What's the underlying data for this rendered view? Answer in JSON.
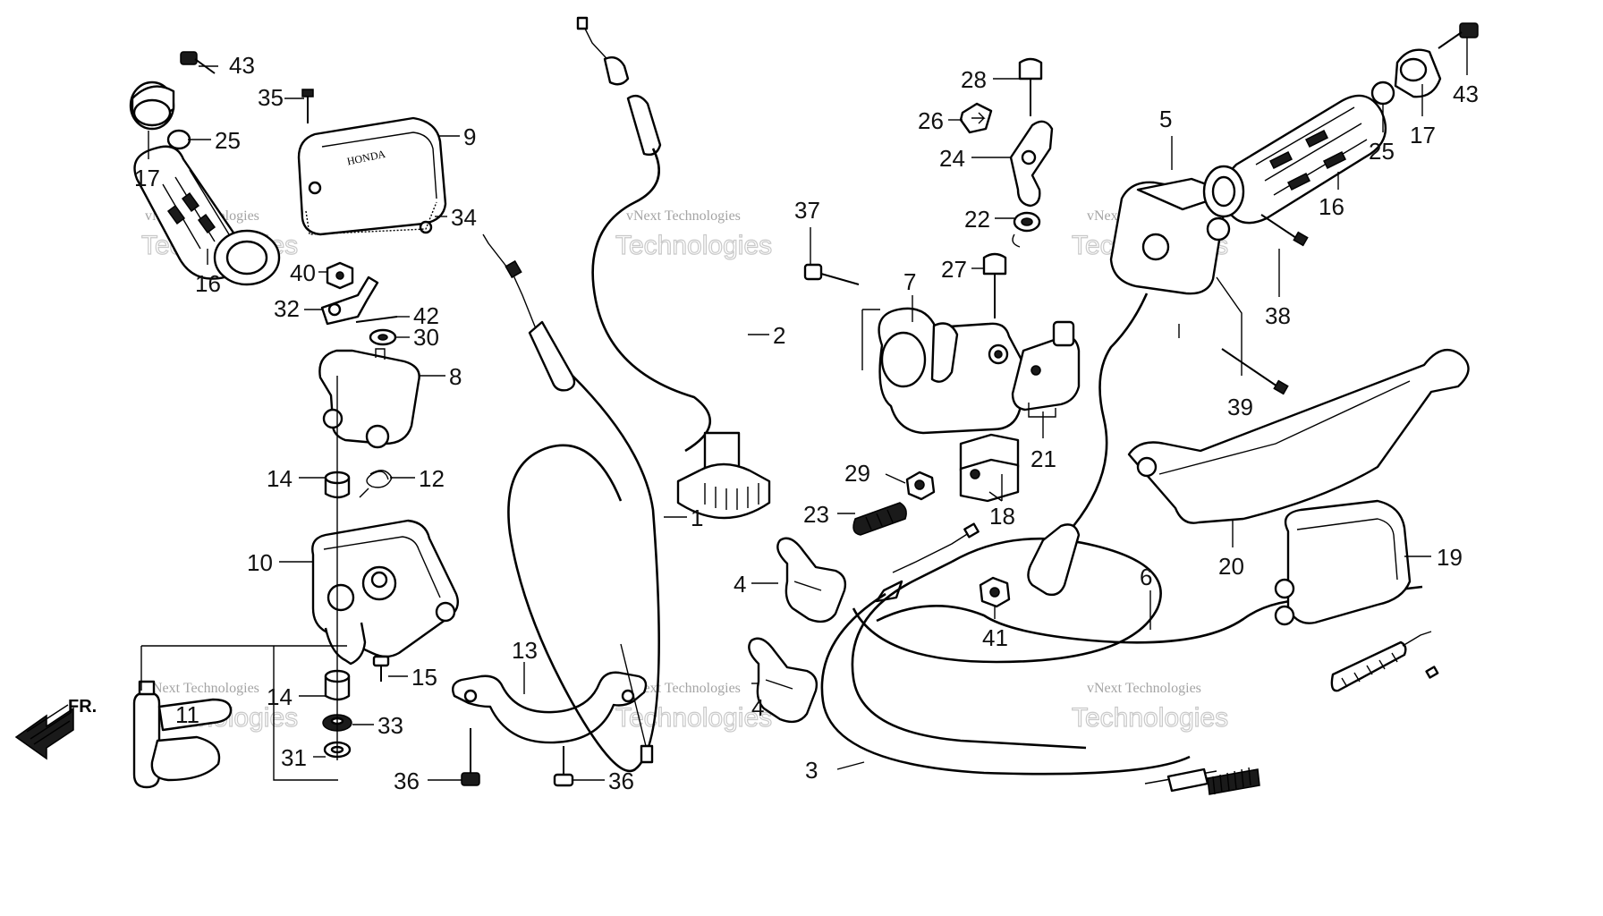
{
  "watermark": {
    "line1": "vNext Technologies",
    "line2": "Technologies"
  },
  "direction_label": "FR.",
  "callouts": [
    {
      "id": "c43a",
      "label": "43"
    },
    {
      "id": "c35",
      "label": "35"
    },
    {
      "id": "c9",
      "label": "9"
    },
    {
      "id": "c25a",
      "label": "25"
    },
    {
      "id": "c17a",
      "label": "17"
    },
    {
      "id": "c34",
      "label": "34"
    },
    {
      "id": "c16a",
      "label": "16"
    },
    {
      "id": "c40",
      "label": "40"
    },
    {
      "id": "c32",
      "label": "32"
    },
    {
      "id": "c42",
      "label": "42"
    },
    {
      "id": "c30",
      "label": "30"
    },
    {
      "id": "c8",
      "label": "8"
    },
    {
      "id": "c14a",
      "label": "14"
    },
    {
      "id": "c12",
      "label": "12"
    },
    {
      "id": "c10",
      "label": "10"
    },
    {
      "id": "c15",
      "label": "15"
    },
    {
      "id": "c14b",
      "label": "14"
    },
    {
      "id": "c11",
      "label": "11"
    },
    {
      "id": "c33",
      "label": "33"
    },
    {
      "id": "c31",
      "label": "31"
    },
    {
      "id": "c36a",
      "label": "36"
    },
    {
      "id": "c36b",
      "label": "36"
    },
    {
      "id": "c13",
      "label": "13"
    },
    {
      "id": "c1",
      "label": "1"
    },
    {
      "id": "c2",
      "label": "2"
    },
    {
      "id": "c4a",
      "label": "4"
    },
    {
      "id": "c4b",
      "label": "4"
    },
    {
      "id": "c3",
      "label": "3"
    },
    {
      "id": "c28",
      "label": "28"
    },
    {
      "id": "c26",
      "label": "26"
    },
    {
      "id": "c24",
      "label": "24"
    },
    {
      "id": "c22",
      "label": "22"
    },
    {
      "id": "c27",
      "label": "27"
    },
    {
      "id": "c37",
      "label": "37"
    },
    {
      "id": "c7",
      "label": "7"
    },
    {
      "id": "c21",
      "label": "21"
    },
    {
      "id": "c29",
      "label": "29"
    },
    {
      "id": "c23",
      "label": "23"
    },
    {
      "id": "c18",
      "label": "18"
    },
    {
      "id": "c41",
      "label": "41"
    },
    {
      "id": "c6",
      "label": "6"
    },
    {
      "id": "c5",
      "label": "5"
    },
    {
      "id": "c16b",
      "label": "16"
    },
    {
      "id": "c25b",
      "label": "25"
    },
    {
      "id": "c17b",
      "label": "17"
    },
    {
      "id": "c43b",
      "label": "43"
    },
    {
      "id": "c38",
      "label": "38"
    },
    {
      "id": "c39",
      "label": "39"
    },
    {
      "id": "c20",
      "label": "20"
    },
    {
      "id": "c19",
      "label": "19"
    }
  ]
}
